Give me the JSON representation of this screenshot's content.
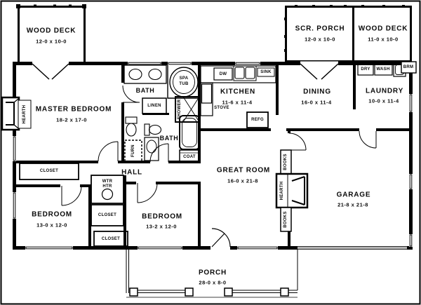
{
  "colors": {
    "ink": "#000000",
    "paper": "#ffffff",
    "garage_door": "#b3b3b3"
  },
  "rooms": {
    "wood_deck_left": {
      "name": "WOOD DECK",
      "dims": "12-0 x 10-0"
    },
    "scr_porch": {
      "name": "SCR. PORCH",
      "dims": "12-0 x 10-0"
    },
    "wood_deck_right": {
      "name": "WOOD DECK",
      "dims": "11-0 x 10-0"
    },
    "master_bedroom": {
      "name": "MASTER BEDROOM",
      "dims": "18-2 x 17-0"
    },
    "master_bath": {
      "name": "BATH"
    },
    "hall_bath": {
      "name": "BATH"
    },
    "kitchen": {
      "name": "KITCHEN",
      "dims": "11-6 x 11-4"
    },
    "dining": {
      "name": "DINING",
      "dims": "16-0 x 11-4"
    },
    "laundry": {
      "name": "LAUNDRY",
      "dims": "10-0 x 11-4"
    },
    "hall": {
      "name": "HALL"
    },
    "great_room": {
      "name": "GREAT ROOM",
      "dims": "16-0 x 21-8"
    },
    "garage": {
      "name": "GARAGE",
      "dims": "21-8 x 21-8"
    },
    "bedroom_left": {
      "name": "BEDROOM",
      "dims": "13-0 x 12-0"
    },
    "bedroom_middle": {
      "name": "BEDROOM",
      "dims": "13-2 x 12-0"
    },
    "porch": {
      "name": "PORCH",
      "dims": "28-0 x 8-0"
    }
  },
  "fixtures": {
    "hearth": "HEARTH",
    "books": "BOOKS",
    "spa_tub": {
      "top": "SPA",
      "bottom": "TUB"
    },
    "shower": "SHOWER",
    "linen": "LINEN",
    "furnace": "FURN",
    "coat": "COAT",
    "closet": "CLOSET",
    "water_heater": {
      "top": "WTR",
      "bottom": "HTR"
    },
    "stove": "STOVE",
    "dishwasher": "DW",
    "sink": "SINK",
    "refrigerator": "REFG",
    "dryer": "DRY",
    "washer": "WASH",
    "broom": "BRM"
  }
}
